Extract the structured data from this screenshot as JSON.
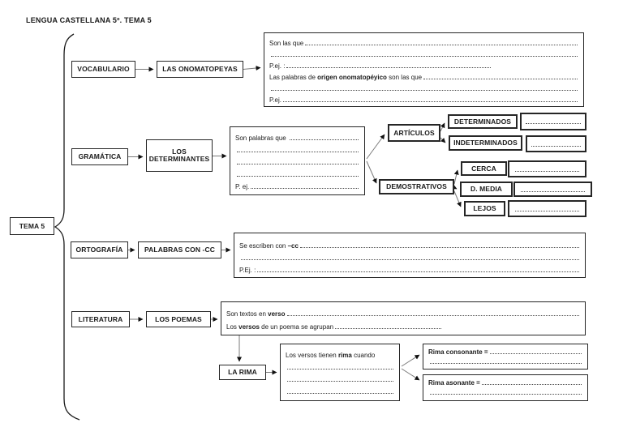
{
  "title": "LENGUA CASTELLANA  5º. TEMA 5",
  "colors": {
    "ink": "#1a1a1a",
    "connector": "#7a7a7a",
    "dotted_fill": "#4a4a4a",
    "background": "#ffffff"
  },
  "nodes": {
    "tema5": "TEMA 5",
    "vocabulario": "VOCABULARIO",
    "las_onomatopeyas": "LAS ONOMATOPEYAS",
    "gramatica": "GRAMÁTICA",
    "los_determinantes": "LOS DETERMINANTES",
    "articulos": "ARTÍCULOS",
    "determinados": "DETERMINADOS",
    "indeterminados": "INDETERMINADOS",
    "demostrativos": "DEMOSTRATIVOS",
    "cerca": "CERCA",
    "d_media": "D. MEDIA",
    "lejos": "LEJOS",
    "ortografia": "ORTOGRAFÍA",
    "palabras_con_cc": "PALABRAS CON -CC",
    "literatura": "LITERATURA",
    "los_poemas": "LOS POEMAS",
    "la_rima": "LA RIMA"
  },
  "boxes": {
    "onomatopeyas": {
      "lines": [
        [
          {
            "t": "Son las que"
          },
          {
            "fill": true
          }
        ],
        [
          {
            "fill": true
          }
        ],
        [
          {
            "t": "P.ej. :"
          },
          {
            "fill": true,
            "w": 66
          }
        ],
        [
          {
            "t": "Las palabras de "
          },
          {
            "t": "origen onomatopéyico",
            "b": true
          },
          {
            "t": " son las que"
          },
          {
            "fill": true
          }
        ],
        [
          {
            "fill": true
          }
        ],
        [
          {
            "t": "P.ej."
          },
          {
            "fill": true
          }
        ]
      ]
    },
    "determinantes": {
      "lines": [
        [
          {
            "t": "Son palabras que "
          },
          {
            "fill": true
          }
        ],
        [
          {
            "fill": true
          }
        ],
        [
          {
            "fill": true
          }
        ],
        [
          {
            "fill": true
          }
        ],
        [
          {
            "t": "P. ej."
          },
          {
            "fill": true
          }
        ]
      ]
    },
    "cc": {
      "lines": [
        [
          {
            "t": "Se escriben con "
          },
          {
            "t": "–cc",
            "b": true
          },
          {
            "fill": true
          }
        ],
        [
          {
            "fill": true
          }
        ],
        [
          {
            "t": "P.Ej. :"
          },
          {
            "fill": true
          }
        ]
      ]
    },
    "poemas": {
      "lines": [
        [
          {
            "t": "Son textos en "
          },
          {
            "t": "verso",
            "b": true
          },
          {
            "fill": true
          }
        ],
        [
          {
            "t": "Los "
          },
          {
            "t": "versos",
            "b": true
          },
          {
            "t": " de un poema se agrupan"
          },
          {
            "fill": true,
            "w": 30
          }
        ]
      ]
    },
    "rima_cuando": {
      "lines": [
        [
          {
            "t": "Los versos tienen "
          },
          {
            "t": "rima",
            "b": true
          },
          {
            "t": " cuando"
          }
        ],
        [
          {
            "fill": true
          }
        ],
        [
          {
            "fill": true
          }
        ],
        [
          {
            "fill": true
          }
        ]
      ]
    },
    "rima_consonante": {
      "lines": [
        [
          {
            "t": "Rima consonante =",
            "b": true
          },
          {
            "fill": true
          }
        ],
        [
          {
            "fill": true
          }
        ]
      ]
    },
    "rima_asonante": {
      "lines": [
        [
          {
            "t": "Rima asonante =",
            "b": true
          },
          {
            "fill": true
          }
        ],
        [
          {
            "fill": true
          }
        ]
      ]
    }
  }
}
